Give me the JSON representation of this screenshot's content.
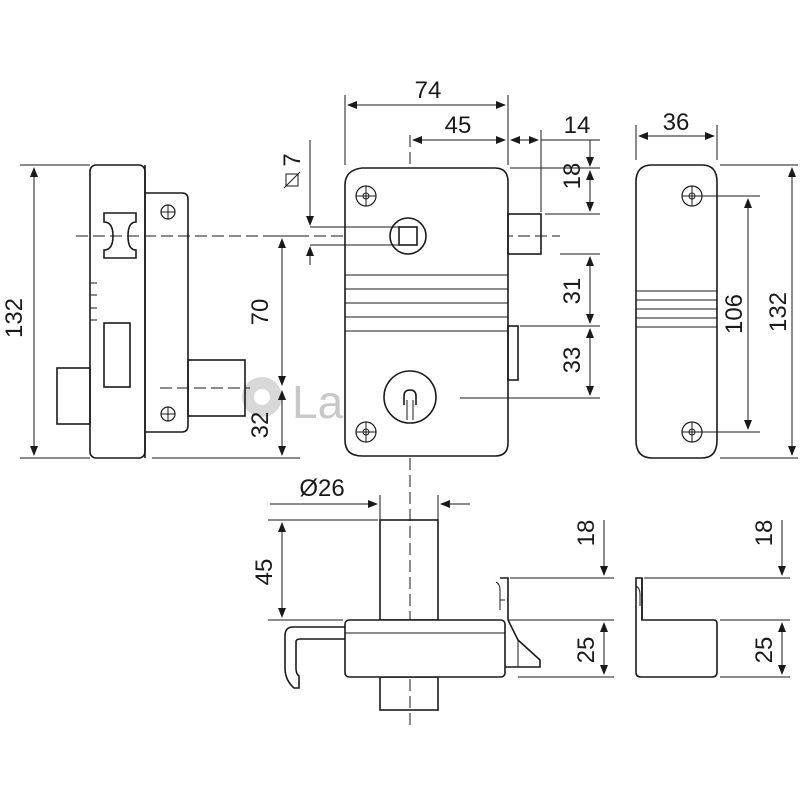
{
  "watermark": {
    "text": "LaSerrure"
  },
  "dimensions": {
    "front_total_width": "74",
    "front_bolt_axis_offset": "45",
    "front_bolt_projection": "14",
    "front_square_spindle": "7",
    "front_top_to_bolt": "18",
    "front_bolt_to_step": "31",
    "front_step_to_cylinder": "33",
    "left_total_height": "132",
    "left_spindle_to_cylinder": "70",
    "left_cylinder_offset": "32",
    "right_width": "36",
    "right_hole_spacing": "106",
    "right_total_height": "132",
    "bottom_cylinder_diameter": "Ø26",
    "bottom_cylinder_length": "45",
    "bottom_top_offset": "18",
    "bottom_case_depth": "25",
    "bottom_right_top_offset": "18",
    "bottom_right_case_depth": "25"
  }
}
